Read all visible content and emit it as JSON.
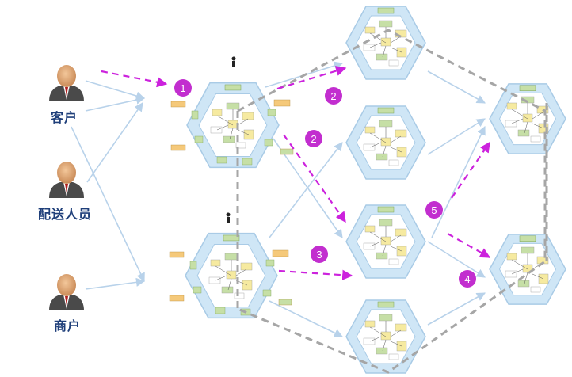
{
  "actors": [
    {
      "id": "customer",
      "label": "客户"
    },
    {
      "id": "courier",
      "label": "配送人员"
    },
    {
      "id": "merchant",
      "label": "商户"
    }
  ],
  "steps": [
    {
      "id": "step-1",
      "label": "1"
    },
    {
      "id": "step-2a",
      "label": "2"
    },
    {
      "id": "step-2b",
      "label": "2"
    },
    {
      "id": "step-3",
      "label": "3"
    },
    {
      "id": "step-4",
      "label": "4"
    },
    {
      "id": "step-5",
      "label": "5"
    }
  ],
  "services": [
    {
      "id": "hex-center-top"
    },
    {
      "id": "hex-center-bottom"
    },
    {
      "id": "hex-top"
    },
    {
      "id": "hex-mid-upper"
    },
    {
      "id": "hex-mid-lower"
    },
    {
      "id": "hex-bottom"
    },
    {
      "id": "hex-right-upper"
    },
    {
      "id": "hex-right-lower"
    }
  ],
  "colors": {
    "hex_fill": "#cfe6f6",
    "hex_stroke": "#a9cbe6",
    "inner_fill": "#ffffff",
    "dashed_magenta": "#cc22dd",
    "badge": "#c22ecf",
    "dashed_gray": "#a6a6a6",
    "flow_arrow": "#b8d2ea",
    "note_orange": "#f5c97a",
    "note_yellow": "#f6eaa0",
    "box_green": "#c6dfa6",
    "actor_label": "#1f3f7a"
  }
}
